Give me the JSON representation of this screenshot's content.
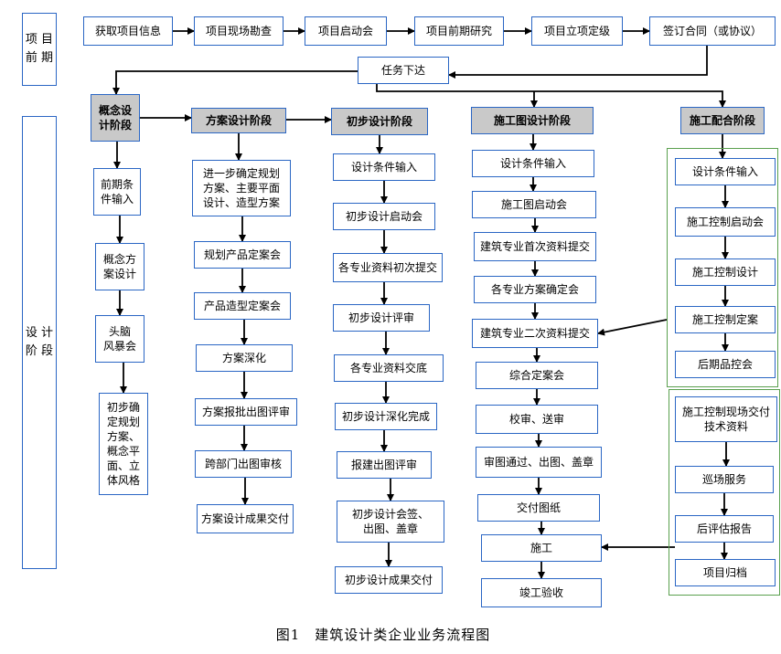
{
  "side_labels": {
    "pre": "项\n目\n前\n期",
    "design": "设\n\n计\n\n阶\n\n段"
  },
  "top_row": [
    "获取项目信息",
    "项目现场勘查",
    "项目启动会",
    "项目前期研究",
    "项目立项定级",
    "签订合同（或协议）"
  ],
  "task": "任务下达",
  "col1": {
    "head": "概念设\n计阶段",
    "items": [
      "前期条\n件输入",
      "概念方\n案设计",
      "头脑\n风暴会",
      "初步确\n定规划\n方案、\n概念平\n面、立\n体风格"
    ]
  },
  "col2": {
    "head": "方案设计阶段",
    "items": [
      "进一步确定规划\n方案、主要平面\n设计、造型方案",
      "规划产品定案会",
      "产品造型定案会",
      "方案深化",
      "方案报批出图评审",
      "跨部门出图审核",
      "方案设计成果交付"
    ]
  },
  "col3": {
    "head": "初步设计阶段",
    "items": [
      "设计条件输入",
      "初步设计启动会",
      "各专业资料初次提交",
      "初步设计评审",
      "各专业资料交底",
      "初步设计深化完成",
      "报建出图评审",
      "初步设计会签、\n出图、盖章",
      "初步设计成果交付"
    ]
  },
  "col4": {
    "head": "施工图设计阶段",
    "items": [
      "设计条件输入",
      "施工图启动会",
      "建筑专业首次资料提交",
      "各专业方案确定会",
      "建筑专业二次资料提交",
      "综合定案会",
      "校审、送审",
      "审图通过、出图、盖章",
      "交付图纸",
      "施工",
      "竣工验收"
    ]
  },
  "col5": {
    "head": "施工配合阶段",
    "group1": [
      "设计条件输入",
      "施工控制启动会",
      "施工控制设计",
      "施工控制定案",
      "后期品控会"
    ],
    "group2": [
      "施工控制现场交付\n技术资料",
      "巡场服务",
      "后评估报告",
      "项目归档"
    ]
  },
  "caption": {
    "num": "图1",
    "title": "建筑设计类企业业务流程图"
  }
}
